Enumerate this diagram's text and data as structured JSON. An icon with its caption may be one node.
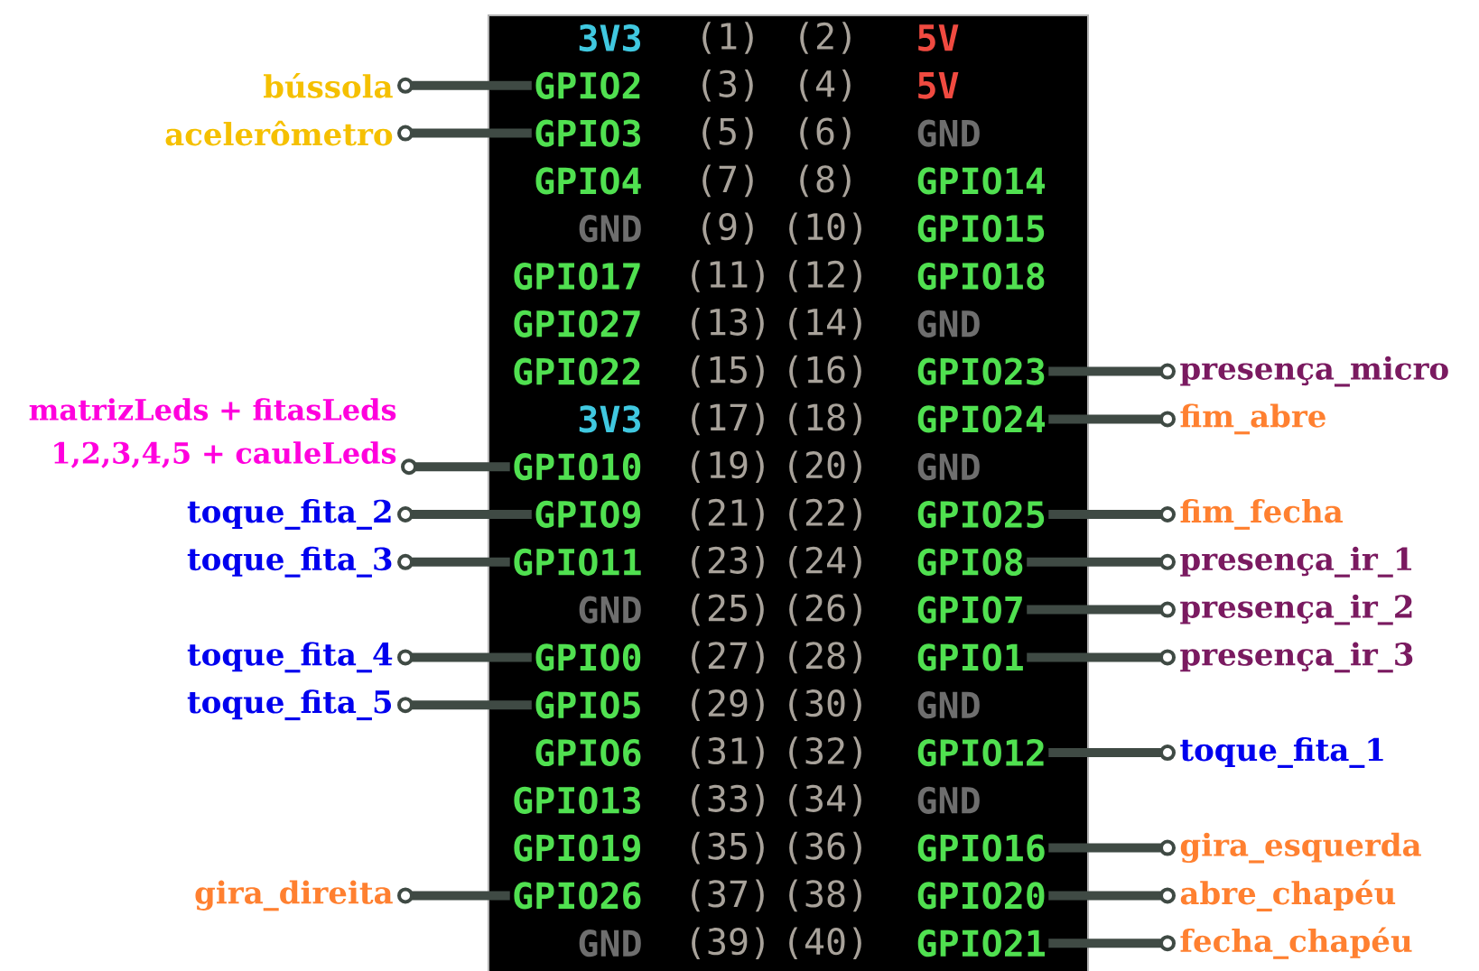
{
  "diagram": {
    "nodes": [
      {
        "text": [],
        "shape": "box"
      },
      {
        "text": [
          "3V3"
        ],
        "in": 0,
        "beside": [
          "(1)"
        ]
      },
      {
        "text": [
          "5V"
        ],
        "in": 0,
        "beside": [
          "(2)"
        ]
      },
      {
        "text": [
          "GPIO2"
        ],
        "in": 0,
        "beside": [
          "(3)"
        ]
      },
      {
        "text": [
          "5V"
        ],
        "in": 0,
        "beside": [
          "(4)"
        ]
      },
      {
        "text": [
          "GPIO3"
        ],
        "in": 0,
        "beside": [
          "(5)"
        ]
      },
      {
        "text": [
          "GND"
        ],
        "in": 0,
        "beside": [
          "(6)"
        ]
      },
      {
        "text": [
          "GPIO4"
        ],
        "in": 0,
        "beside": [
          "(7)"
        ]
      },
      {
        "text": [
          "GPIO14"
        ],
        "in": 0,
        "beside": [
          "(8)"
        ]
      },
      {
        "text": [
          "GND"
        ],
        "in": 0,
        "beside": [
          "(9)"
        ]
      },
      {
        "text": [
          "GPIO15"
        ],
        "in": 0,
        "beside": [
          "(10)"
        ]
      },
      {
        "text": [
          "GPIO17"
        ],
        "in": 0,
        "beside": [
          "(11)"
        ]
      },
      {
        "text": [
          "GPIO18"
        ],
        "in": 0,
        "beside": [
          "(12)"
        ]
      },
      {
        "text": [
          "GPIO27"
        ],
        "in": 0,
        "beside": [
          "(13)"
        ]
      },
      {
        "text": [
          "GND"
        ],
        "in": 0,
        "beside": [
          "(14)"
        ]
      },
      {
        "text": [
          "GPIO22"
        ],
        "in": 0,
        "beside": [
          "(15)"
        ]
      },
      {
        "text": [
          "GPIO23"
        ],
        "in": 0,
        "beside": [
          "(16)"
        ]
      },
      {
        "text": [
          "3V3"
        ],
        "in": 0,
        "beside": [
          "(17)"
        ]
      },
      {
        "text": [
          "GPIO24"
        ],
        "in": 0,
        "beside": [
          "(18)"
        ]
      },
      {
        "text": [
          "GPIO10"
        ],
        "in": 0,
        "beside": [
          "(19)"
        ]
      },
      {
        "text": [
          "GND"
        ],
        "in": 0,
        "beside": [
          "(20)"
        ]
      },
      {
        "text": [
          "GPIO9"
        ],
        "in": 0,
        "beside": [
          "(21)"
        ]
      },
      {
        "text": [
          "GPIO25"
        ],
        "in": 0,
        "beside": [
          "(22)"
        ]
      },
      {
        "text": [
          "GPIO11"
        ],
        "in": 0,
        "beside": [
          "(23)"
        ]
      },
      {
        "text": [
          "GPIO8"
        ],
        "in": 0,
        "beside": [
          "(24)"
        ]
      },
      {
        "text": [
          "GND"
        ],
        "in": 0,
        "beside": [
          "(25)"
        ]
      },
      {
        "text": [
          "GPIO7"
        ],
        "in": 0,
        "beside": [
          "(26)"
        ]
      },
      {
        "text": [
          "GPIO0"
        ],
        "in": 0,
        "beside": [
          "(27)"
        ]
      },
      {
        "text": [
          "GPIO1"
        ],
        "in": 0,
        "beside": [
          "(28)"
        ]
      },
      {
        "text": [
          "GPIO5"
        ],
        "in": 0,
        "beside": [
          "(29)"
        ]
      },
      {
        "text": [
          "GND"
        ],
        "in": 0,
        "beside": [
          "(30)"
        ]
      },
      {
        "text": [
          "GPIO6"
        ],
        "in": 0,
        "beside": [
          "(31)"
        ]
      },
      {
        "text": [
          "GPIO12"
        ],
        "in": 0,
        "beside": [
          "(32)"
        ]
      },
      {
        "text": [
          "GPIO13"
        ],
        "in": 0,
        "beside": [
          "(33)"
        ]
      },
      {
        "text": [
          "GND"
        ],
        "in": 0,
        "beside": [
          "(34)"
        ]
      },
      {
        "text": [
          "GPIO19"
        ],
        "in": 0,
        "beside": [
          "(35)"
        ]
      },
      {
        "text": [
          "GPIO16"
        ],
        "in": 0,
        "beside": [
          "(36)"
        ]
      },
      {
        "text": [
          "GPIO26"
        ],
        "in": 0,
        "beside": [
          "(37)"
        ]
      },
      {
        "text": [
          "GPIO20"
        ],
        "in": 0,
        "beside": [
          "(38)"
        ]
      },
      {
        "text": [
          "GND"
        ],
        "in": 0,
        "beside": [
          "(39)"
        ]
      },
      {
        "text": [
          "GPIO21"
        ],
        "in": 0,
        "beside": [
          "(40)"
        ]
      },
      {
        "text": [
          "bússola"
        ]
      },
      {
        "text": [
          "acelerômetro"
        ]
      },
      {
        "text": [
          "matrizLeds + fitasLeds 1,2,3,4,5 + cauleLeds"
        ]
      },
      {
        "text": [
          "toque_fita_2"
        ]
      },
      {
        "text": [
          "toque_fita_3"
        ]
      },
      {
        "text": [
          "toque_fita_4"
        ]
      },
      {
        "text": [
          "toque_fita_5"
        ]
      },
      {
        "text": [
          "gira_direita"
        ]
      },
      {
        "text": [
          "presença_micro"
        ]
      },
      {
        "text": [
          "fim_abre"
        ]
      },
      {
        "text": [
          "fim_fecha"
        ]
      },
      {
        "text": [
          "presença_ir_1"
        ]
      },
      {
        "text": [
          "presença_ir_2"
        ]
      },
      {
        "text": [
          "presença_ir_3"
        ]
      },
      {
        "text": [
          "toque_fita_1"
        ]
      },
      {
        "text": [
          "gira_esquerda"
        ]
      },
      {
        "text": [
          "abre_chapéu"
        ]
      },
      {
        "text": [
          "fecha_chapéu"
        ]
      }
    ],
    "edges": [
      {
        "from": 41,
        "to": 3,
        "arrow": "other"
      },
      {
        "from": 42,
        "to": 5,
        "arrow": "other"
      },
      {
        "from": 43,
        "to": 19,
        "arrow": "other"
      },
      {
        "from": 44,
        "to": 21,
        "arrow": "other"
      },
      {
        "from": 45,
        "to": 23,
        "arrow": "other"
      },
      {
        "from": 46,
        "to": 27,
        "arrow": "other"
      },
      {
        "from": 47,
        "to": 29,
        "arrow": "other"
      },
      {
        "from": 48,
        "to": 37,
        "arrow": "other"
      },
      {
        "from": 49,
        "to": 16,
        "arrow": "other"
      },
      {
        "from": 50,
        "to": 18,
        "arrow": "other"
      },
      {
        "from": 51,
        "to": 22,
        "arrow": "other"
      },
      {
        "from": 52,
        "to": 24,
        "arrow": "other"
      },
      {
        "from": 53,
        "to": 26,
        "arrow": "other"
      },
      {
        "from": 54,
        "to": 28,
        "arrow": "other"
      },
      {
        "from": 55,
        "to": 32,
        "arrow": "other"
      },
      {
        "from": 56,
        "to": 36,
        "arrow": "other"
      },
      {
        "from": 57,
        "to": 38,
        "arrow": "other"
      },
      {
        "from": 58,
        "to": 40,
        "arrow": "other"
      }
    ]
  }
}
